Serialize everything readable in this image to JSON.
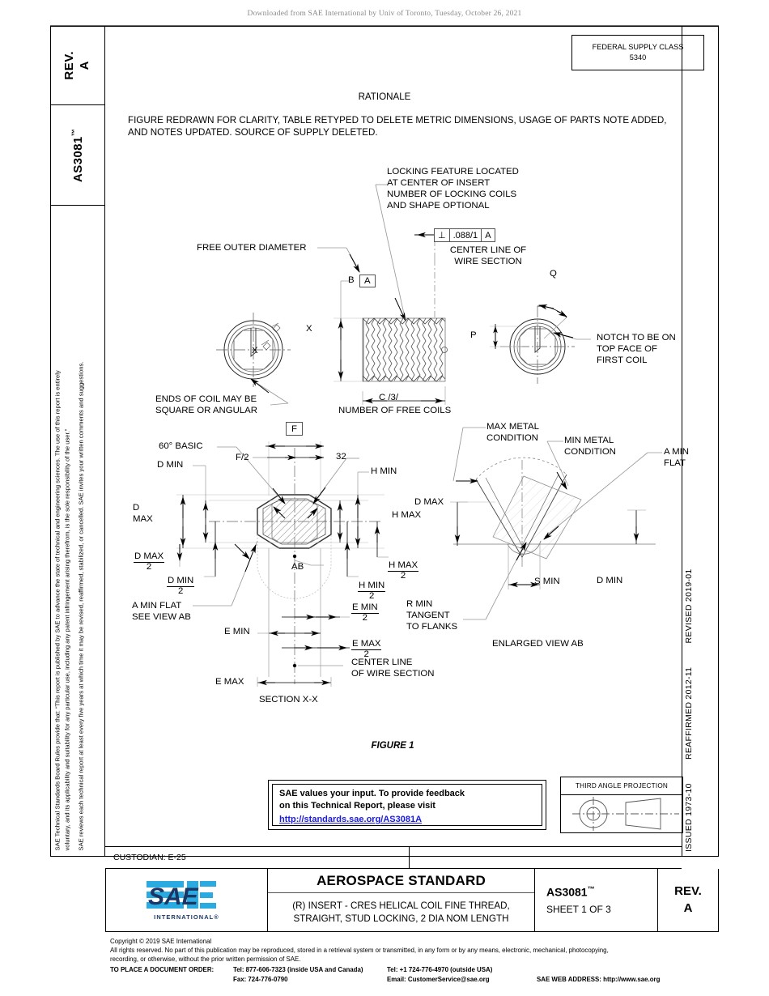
{
  "banner": {
    "text": "Downloaded from SAE International by Univ of Toronto, Tuesday, October 26, 2021"
  },
  "left_strip": {
    "rev_label": "REV.",
    "rev_value": "A",
    "doc_number": "AS3081",
    "doc_tm": "™",
    "legal_line1": "SAE Technical Standards Board Rules provide that: “This report is published by SAE to advance the state of technical and engineering sciences. The use of this report is entirely",
    "legal_line2": "voluntary, and its applicability and suitability for any particular use, including any patent infringement arising therefrom, is the sole responsibility of the user.”",
    "legal_line3": "SAE reviews each technical report at least every five years at which time it may be revised, reaffirmed, stabilized, or cancelled. SAE invites your written comments and suggestions."
  },
  "right_strip": {
    "issued": "ISSUED 1973-10",
    "reaffirmed": "REAFFIRMED 2012-11",
    "revised": "REVISED 2019-01"
  },
  "fsc": {
    "title": "FEDERAL SUPPLY CLASS",
    "value": "5340"
  },
  "rationale": {
    "title": "RATIONALE",
    "body": "FIGURE REDRAWN FOR CLARITY, TABLE RETYPED TO DELETE METRIC DIMENSIONS, USAGE OF PARTS NOTE ADDED, AND NOTES UPDATED. SOURCE OF SUPPLY DELETED."
  },
  "drawing": {
    "figure_caption": "FIGURE 1",
    "notes": {
      "locking_feature": "LOCKING FEATURE LOCATED\nAT CENTER OF INSERT\nNUMBER OF LOCKING COILS\nAND SHAPE OPTIONAL",
      "center_line_wire_top": "CENTER LINE OF\nWIRE SECTION",
      "free_outer_diameter": "FREE OUTER DIAMETER",
      "ends_of_coil": "ENDS OF COIL MAY BE\nSQUARE OR ANGULAR",
      "number_free_coils": "NUMBER OF FREE COILS",
      "notch_note": "NOTCH TO BE ON\nTOP FACE OF\nFIRST COIL",
      "max_metal": "MAX METAL\nCONDITION",
      "min_metal": "MIN METAL\nCONDITION",
      "a_min_flat_right": "A MIN\nFLAT",
      "r_min_tangent": "R MIN\nTANGENT\nTO FLANKS",
      "a_min_flat_left": "A MIN FLAT\nSEE VIEW AB",
      "center_line_wire_bottom": "CENTER LINE\nOF WIRE SECTION",
      "section_xx": "SECTION X-X",
      "enlarged_view_ab": "ENLARGED VIEW AB"
    },
    "fcf": {
      "symbol": "⊥",
      "tolerance": ".088/1",
      "datum": "A"
    },
    "datums": {
      "b": "B",
      "a": "A",
      "f": "F"
    },
    "dims": {
      "c": "C /3/",
      "p": "P",
      "q": "Q",
      "x_left": "X",
      "x_right": "X",
      "ab": "AB",
      "angle_basic": "60° BASIC",
      "f_half": "F/2",
      "surface_32": "32",
      "d_min": "D MIN",
      "d_max": "D\nMAX",
      "d_max_over_2_num": "D MAX",
      "d_max_over_2_den": "2",
      "d_min_over_2_num": "D MIN",
      "d_min_over_2_den": "2",
      "h_min": "H MIN",
      "h_max": "H MAX",
      "h_max_over_2_num": "H MAX",
      "h_max_over_2_den": "2",
      "h_min_over_2_num": "H MIN",
      "h_min_over_2_den": "2",
      "e_min": "E MIN",
      "e_max": "E MAX",
      "e_min_over_2_num": "E MIN",
      "e_min_over_2_den": "2",
      "e_max_over_2_num": "E MAX",
      "e_max_over_2_den": "2",
      "d_max_ab": "D MAX",
      "h_max_ab": "H MAX",
      "d_min_ab": "D MIN",
      "s_min": "S MIN"
    }
  },
  "feedback": {
    "line1": "SAE values your input. To provide feedback",
    "line2": "on this Technical Report, please visit",
    "link": "http://standards.sae.org/AS3081A",
    "link_color": "#1a1ae6"
  },
  "third_angle": {
    "title": "THIRD ANGLE PROJECTION"
  },
  "custodian": {
    "text": "CUSTODIAN: E-25"
  },
  "title_block": {
    "standard_type": "AEROSPACE STANDARD",
    "description": "(R) INSERT - CRES HELICAL COIL FINE THREAD,\nSTRAIGHT, STUD LOCKING, 2 DIA NOM LENGTH",
    "doc_number": "AS3081",
    "doc_tm": "™",
    "sheet": "SHEET 1 OF 3",
    "rev_label": "REV.",
    "rev_value": "A",
    "logo_text": "SAE",
    "logo_sub": "INTERNATIONAL®",
    "logo_color_light": "#29ABE2",
    "logo_color_dark": "#1B3664"
  },
  "footer": {
    "copyright": "Copyright © 2019 SAE International",
    "rights1": "All rights reserved. No part of this publication may be reproduced, stored in a retrieval system or transmitted, in any form or by any means, electronic, mechanical, photocopying,",
    "rights2": "recording, or otherwise, without the prior written permission of SAE.",
    "order_label": "TO PLACE A DOCUMENT ORDER:",
    "tel_inside": "Tel: 877-606-7323 (inside USA and Canada)",
    "fax": "Fax: 724-776-0790",
    "tel_outside": "Tel: +1 724-776-4970 (outside USA)",
    "email": "Email: CustomerService@sae.org",
    "web": "SAE WEB ADDRESS: http://www.sae.org"
  }
}
